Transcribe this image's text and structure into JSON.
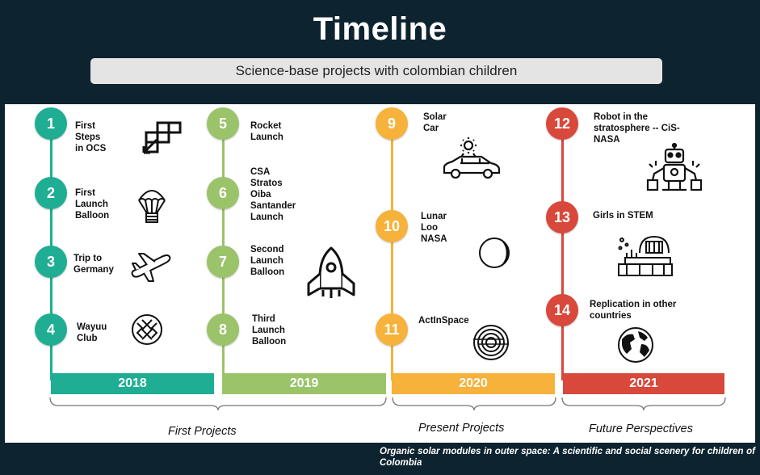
{
  "header": {
    "title": "Timeline",
    "subtitle": "Science-base projects with colombian children"
  },
  "colors": {
    "background": "#0e2330",
    "teal": "#1fae93",
    "green": "#9ac36a",
    "orange": "#f6b23a",
    "red": "#d8483b"
  },
  "columns": [
    {
      "year": "2018",
      "color": "#1fae93",
      "items": [
        {
          "number": "1",
          "label": "First\nSteps\nin OCS",
          "icon": "first-steps-icon"
        },
        {
          "number": "2",
          "label": "First\nLaunch\nBalloon",
          "icon": "parachute-icon"
        },
        {
          "number": "3",
          "label": "Trip to\nGermany",
          "icon": "airplane-icon"
        },
        {
          "number": "4",
          "label": "Wayuu\nClub",
          "icon": "wayuu-pattern-icon"
        }
      ]
    },
    {
      "year": "2019",
      "color": "#9ac36a",
      "items": [
        {
          "number": "5",
          "label": "Rocket\nLaunch",
          "icon": ""
        },
        {
          "number": "6",
          "label": "CSA\nStratos\nOiba\nSantander\nLaunch",
          "icon": ""
        },
        {
          "number": "7",
          "label": "Second\nLaunch\nBalloon",
          "icon": "rocket-icon"
        },
        {
          "number": "8",
          "label": "Third\nLaunch\nBalloon",
          "icon": ""
        }
      ]
    },
    {
      "year": "2020",
      "color": "#f6b23a",
      "items": [
        {
          "number": "9",
          "label": "Solar\nCar",
          "icon": "solar-car-icon"
        },
        {
          "number": "10",
          "label": "Lunar\nLoo\nNASA",
          "icon": "moon-icon"
        },
        {
          "number": "11",
          "label": "ActInSpace",
          "icon": "target-icon"
        }
      ]
    },
    {
      "year": "2021",
      "color": "#d8483b",
      "items": [
        {
          "number": "12",
          "label": "Robot in the\nstratosphere -- CiS-\nNASA",
          "icon": "robot-icon"
        },
        {
          "number": "13",
          "label": "Girls in STEM",
          "icon": "laboratory-icon"
        },
        {
          "number": "14",
          "label": "Replication in other\ncountries",
          "icon": "globe-icon"
        }
      ]
    }
  ],
  "groups": {
    "first": "First Projects",
    "present": "Present Projects",
    "future": "Future Perspectives"
  },
  "footer": {
    "caption": "Organic solar modules in outer space: A scientific and social scenery for children of Colombia"
  }
}
